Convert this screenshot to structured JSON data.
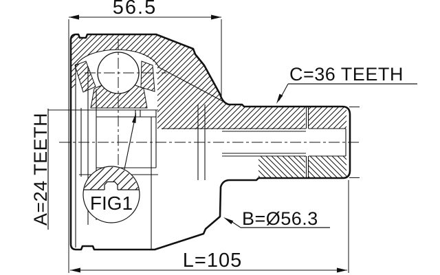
{
  "drawing": {
    "labels": {
      "width_dim": "56.5",
      "outer_spline": "C=36 TEETH",
      "inner_spline": "A=24 TEETH",
      "boot_diameter": "B=Ø56.3",
      "length_dim": "L=105",
      "detail_ref": "FIG1"
    },
    "colors": {
      "line": "#111111",
      "background": "#ffffff"
    }
  }
}
